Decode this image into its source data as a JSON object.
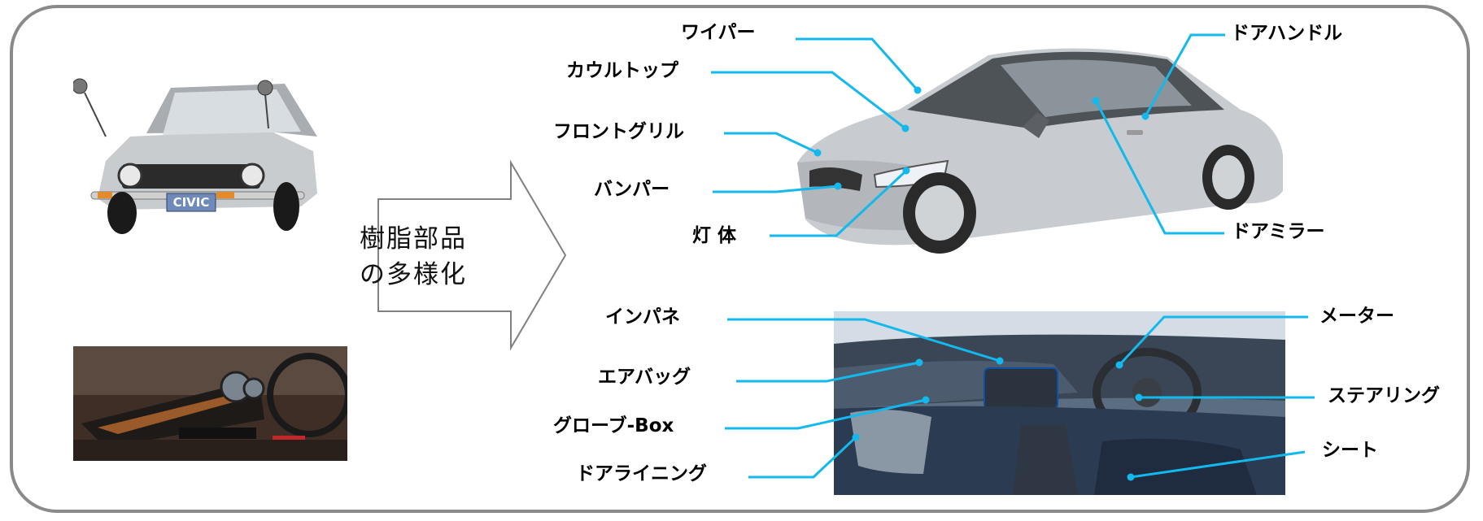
{
  "arrow": {
    "line1": "樹脂部品",
    "line2": "の多様化"
  },
  "exterior_labels": {
    "wiper": "ワイパー",
    "cowl_top": "カウルトップ",
    "front_grille": "フロントグリル",
    "bumper": "バンパー",
    "lamp_body": "灯 体",
    "door_handle": "ドアハンドル",
    "door_mirror": "ドアミラー"
  },
  "interior_labels": {
    "instrument_panel": "インパネ",
    "airbag": "エアバッグ",
    "glove_box": "グローブ-Box",
    "door_lining": "ドアライニング",
    "meter": "メーター",
    "steering": "ステアリング",
    "seat": "シート"
  },
  "old_car_badge": "CIVIC",
  "colors": {
    "leader_line": "#13b9ec",
    "frame": "#8a8a8a",
    "arrow_stroke": "#808080"
  }
}
